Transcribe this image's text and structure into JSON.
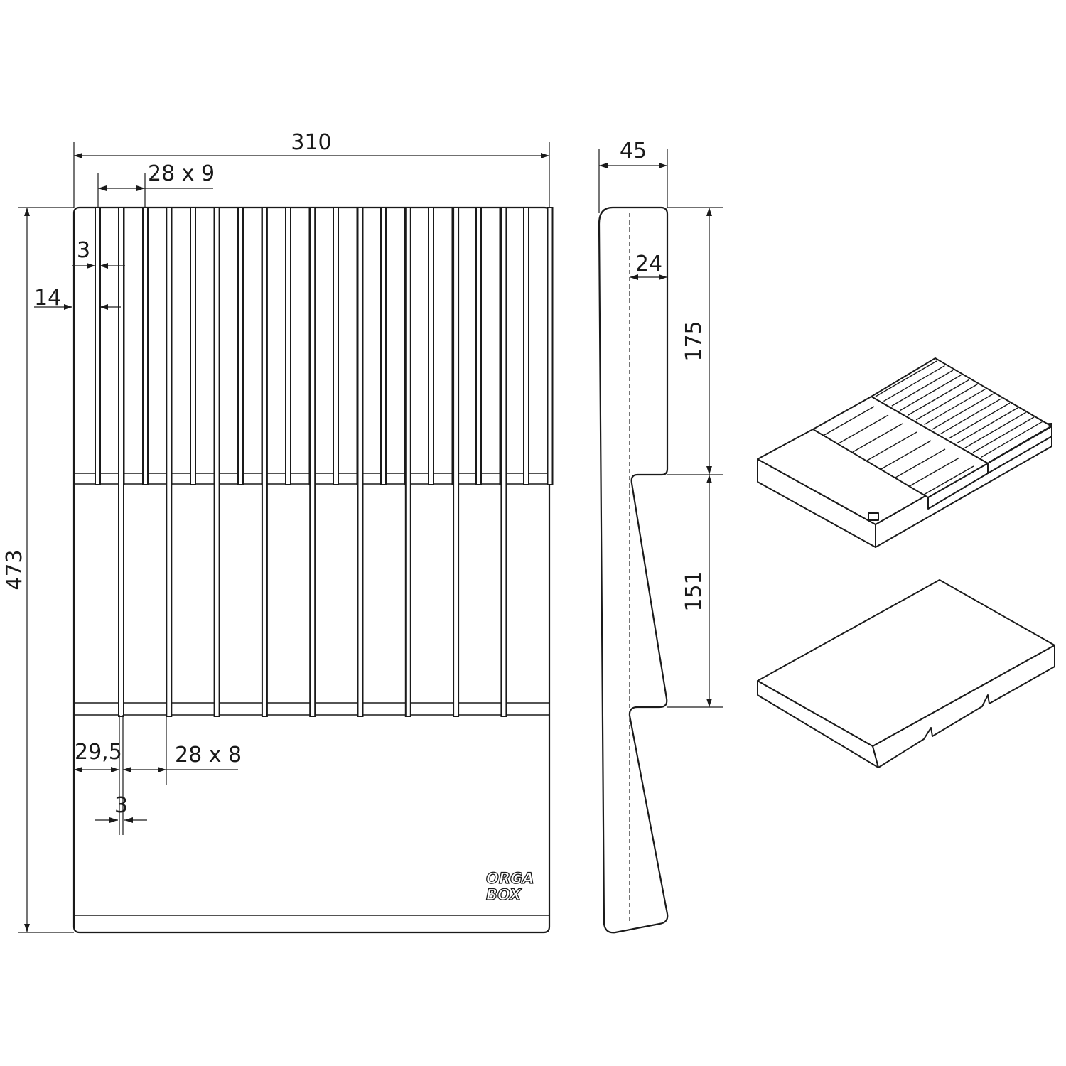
{
  "drawing": {
    "front_view": {
      "overall_width": "310",
      "upper_slot_pitch": "28 x 9",
      "upper_slot_width": "3",
      "upper_slot_offset": "14",
      "overall_height": "473",
      "lower_slot_offset": "29,5",
      "lower_slot_pitch": "28 x 8",
      "lower_slot_width": "3",
      "logo": [
        "ORGA",
        "BOX"
      ],
      "upper_slot_count": 20,
      "lower_slot_count": 9
    },
    "side_view": {
      "depth": "45",
      "inner_depth": "24",
      "upper_section_height": "175",
      "middle_section_height": "151"
    },
    "iso_views": [
      "knife-insert-top",
      "knife-insert-bottom"
    ]
  }
}
